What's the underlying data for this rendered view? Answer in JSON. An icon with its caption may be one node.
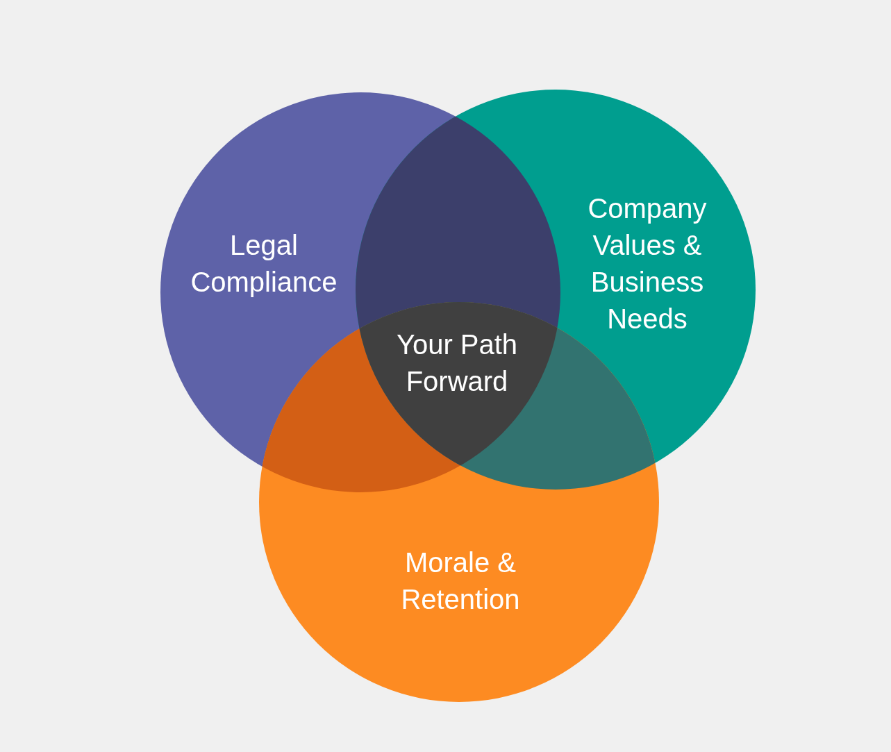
{
  "diagram": {
    "nodes": [
      {
        "text": [
          "Legal Compliance"
        ]
      },
      {
        "text": [
          "Company Values & Business Needs"
        ]
      },
      {
        "text": [
          "Morale & Retention"
        ]
      },
      {
        "text": [
          "Your Path Forward"
        ]
      }
    ]
  }
}
